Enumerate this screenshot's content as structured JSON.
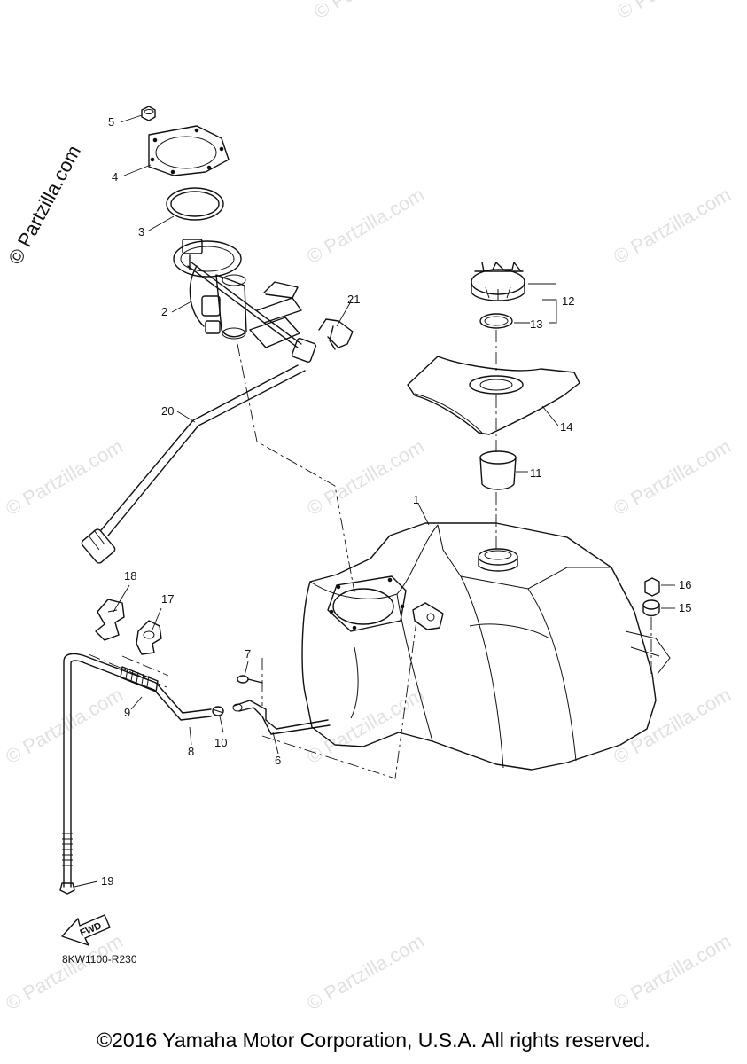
{
  "diagram": {
    "watermark_text": "© Partzilla.com",
    "diagram_code": "8KW1100-R230",
    "fwd_label": "FWD",
    "callouts": [
      "1",
      "2",
      "3",
      "4",
      "5",
      "6",
      "7",
      "8",
      "9",
      "10",
      "11",
      "12",
      "13",
      "14",
      "15",
      "16",
      "17",
      "18",
      "19",
      "20",
      "21"
    ]
  },
  "footer": {
    "copyright": "©2016 Yamaha Motor Corporation, U.S.A. All rights reserved."
  }
}
